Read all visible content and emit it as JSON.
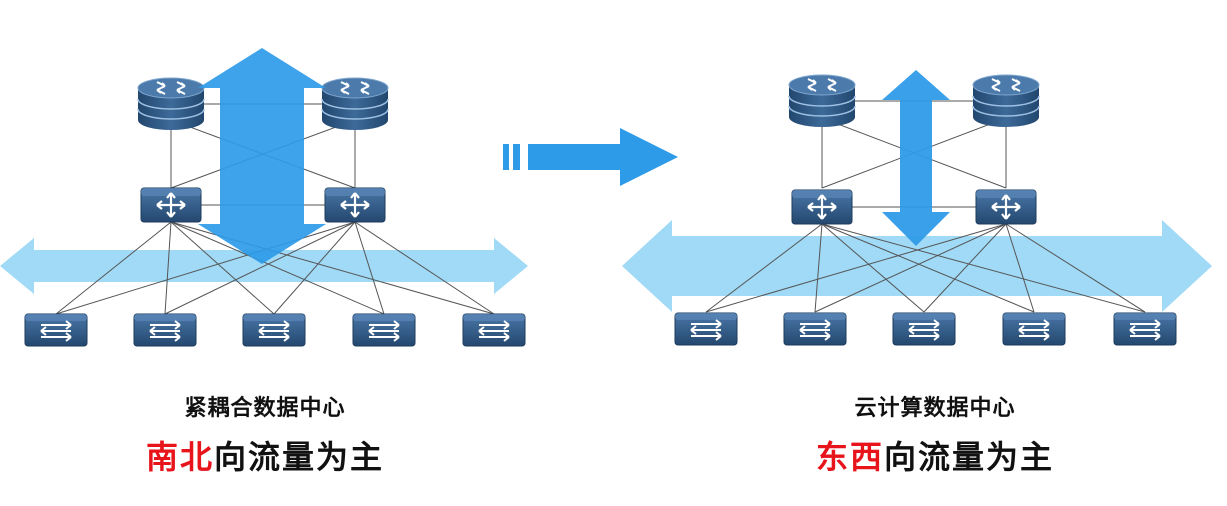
{
  "left_panel": {
    "title": "紧耦合数据中心",
    "headline_highlight": "南北",
    "headline_rest": "向流量为主"
  },
  "right_panel": {
    "title": "云计算数据中心",
    "headline_highlight": "东西",
    "headline_rest": "向流量为主"
  },
  "icons": {
    "core": "core-router-icon",
    "aggregation": "aggregation-switch-icon",
    "access": "access-switch-icon",
    "transition": "right-arrow-icon"
  },
  "colors": {
    "highlight": "#e8141c",
    "device": "#2f5a86",
    "flow_dark": "#2e9be8",
    "flow_light": "#8fd3f5"
  }
}
